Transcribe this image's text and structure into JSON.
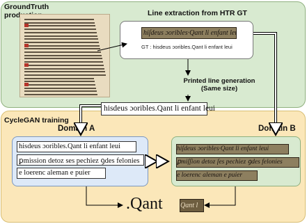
{
  "top_panel": {
    "title": "GroundTruth production",
    "line_extraction_title": "Line extraction from HTR GT",
    "htr_strip_text": "hiſdeus ɔoribles·Qant li enfant leui",
    "gt_text": "GT : hisdeus ɔoribles.Qant li enfant leui",
    "printed_gen_label": "Printed line generation (Same size)",
    "printed_line": "hisdeus ɔoribles.Qant li enfant leui"
  },
  "bottom_panel": {
    "title": "CycleGAN training",
    "domain_a": "Domain A",
    "domain_b": "Domain B",
    "domain_a_lines": [
      "hisdeus ɔoribles.Qant li enfant leui",
      "ꝑmission detoz ses pechiez ꝯdes felonies",
      "e loerenc aleman e puier"
    ],
    "domain_b_lines": [
      "hiſdeus ɔoribles·Qant li enfant leui",
      "ꝑmiſſion detoz ſes pechiez ꝯdes felonies",
      "e loerenc aleman e puier"
    ],
    "output_a": ".Qant",
    "output_b": "Qant l"
  },
  "colors": {
    "top_panel_bg": "#d8ead0",
    "bottom_panel_bg": "#fbe7b9",
    "domain_a_bg": "#dde9f8",
    "domain_b_bg": "#d8ead0"
  }
}
